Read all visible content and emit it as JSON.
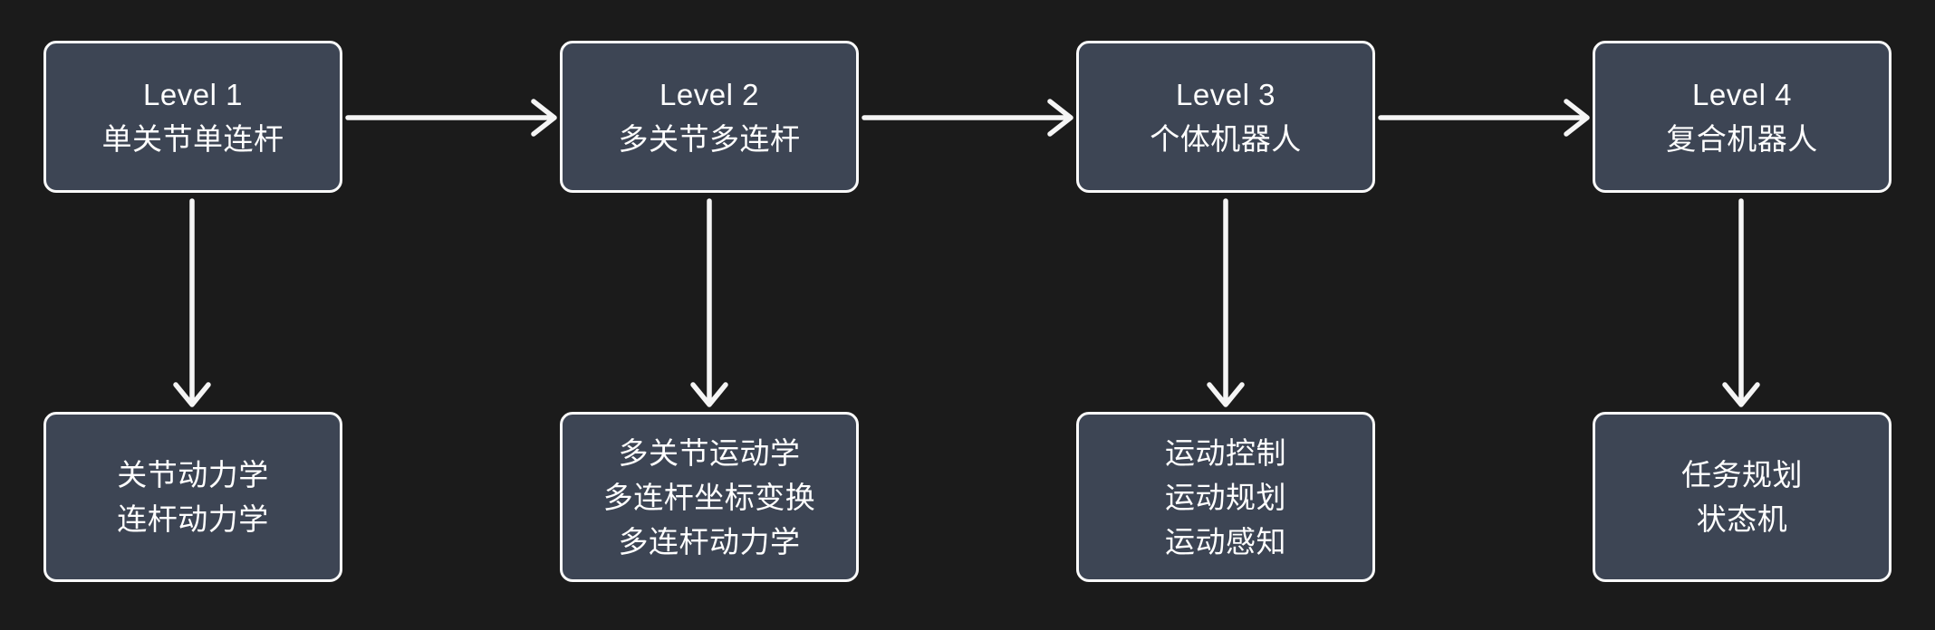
{
  "diagram": {
    "title": "robot-levels-flowchart",
    "levels": [
      {
        "id": "level-1",
        "title": "Level 1",
        "subtitle": "单关节单连杆",
        "details": [
          "关节动力学",
          "连杆动力学"
        ]
      },
      {
        "id": "level-2",
        "title": "Level 2",
        "subtitle": "多关节多连杆",
        "details": [
          "多关节运动学",
          "多连杆坐标变换",
          "多连杆动力学"
        ]
      },
      {
        "id": "level-3",
        "title": "Level 3",
        "subtitle": "个体机器人",
        "details": [
          "运动控制",
          "运动规划",
          "运动感知"
        ]
      },
      {
        "id": "level-4",
        "title": "Level 4",
        "subtitle": "复合机器人",
        "details": [
          "任务规划",
          "状态机"
        ]
      }
    ],
    "edges": [
      {
        "from": "level-1",
        "to": "level-2",
        "direction": "right"
      },
      {
        "from": "level-2",
        "to": "level-3",
        "direction": "right"
      },
      {
        "from": "level-3",
        "to": "level-4",
        "direction": "right"
      },
      {
        "from": "level-1",
        "to": "level-1-topics",
        "direction": "down"
      },
      {
        "from": "level-2",
        "to": "level-2-topics",
        "direction": "down"
      },
      {
        "from": "level-3",
        "to": "level-3-topics",
        "direction": "down"
      },
      {
        "from": "level-4",
        "to": "level-4-topics",
        "direction": "down"
      }
    ]
  },
  "colors": {
    "background": "#1b1b1b",
    "node-fill": "#3d4554",
    "node-stroke": "#fafafa",
    "text": "#ffffff",
    "arrow": "#f5f5f5"
  }
}
